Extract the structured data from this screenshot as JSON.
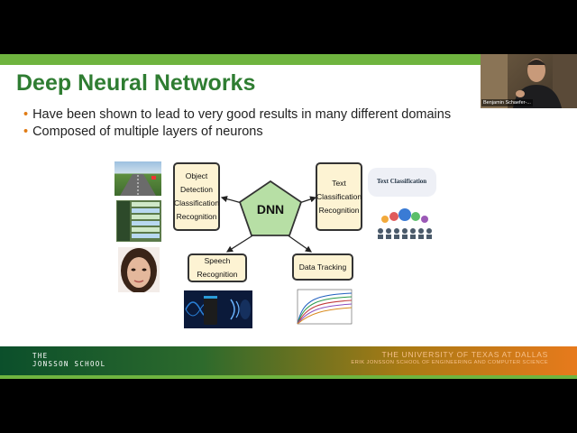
{
  "slide": {
    "title": "Deep Neural Networks",
    "bullets": [
      "Have been shown to lead to very good results in many different domains",
      "Composed of multiple layers of neurons"
    ]
  },
  "diagram": {
    "center": "DNN",
    "boxes": {
      "object": "Object\nDetection\nClassification\nRecognition",
      "text": "Text\nClassification\nRecognition",
      "speech": "Speech\nRecognition",
      "data": "Data Tracking"
    },
    "text_cloud_label": "Text Classification"
  },
  "footer": {
    "school_lines": [
      "THE",
      "JONSSON SCHOOL"
    ],
    "university": "THE UNIVERSITY OF TEXAS AT DALLAS",
    "department": "ERIK JONSSON SCHOOL OF ENGINEERING AND COMPUTER SCIENCE"
  },
  "video": {
    "participant_name": "Benjamin Schaefer-..."
  },
  "colors": {
    "title": "#2f7d32",
    "bullet": "#e07b14",
    "box_fill": "#fdf3d3",
    "pentagon": "#b7dfa5",
    "accent_green": "#6fb43f"
  }
}
